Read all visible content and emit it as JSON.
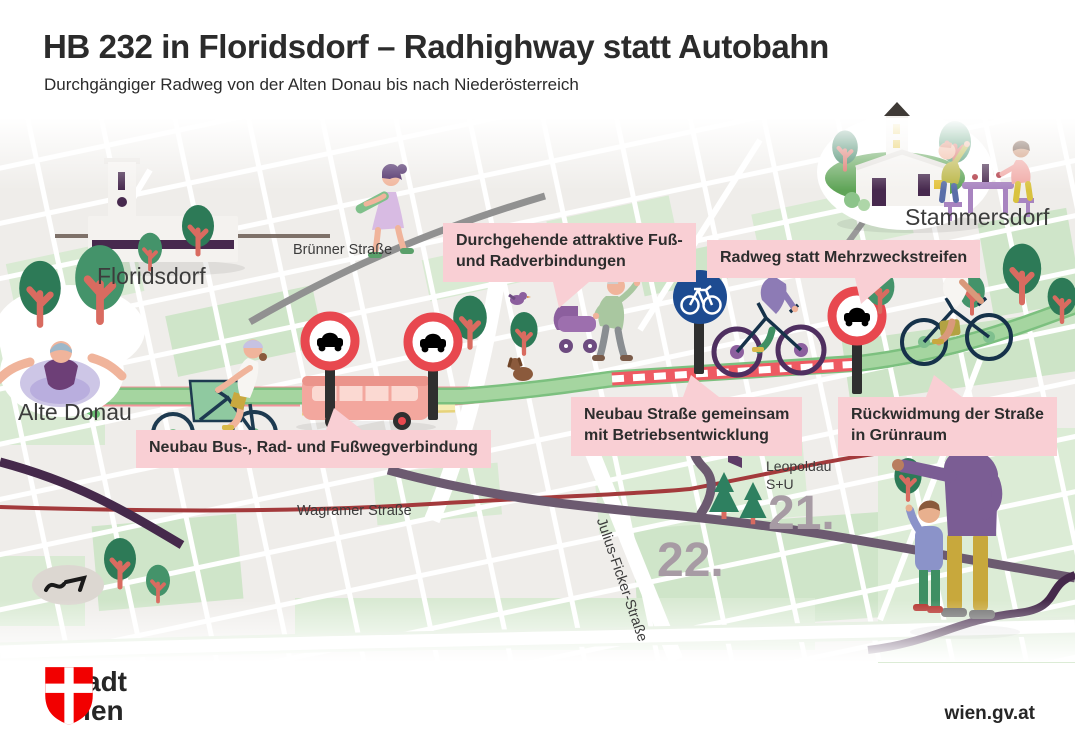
{
  "header": {
    "title": "HB 232 in Floridsdorf – Radhighway statt Autobahn",
    "subtitle": "Durchgängiger Radweg von der Alten Donau bis nach Niederösterreich"
  },
  "map": {
    "labels": {
      "floridsdorf": "Floridsdorf",
      "bruenner_strasse": "Brünner Straße",
      "stammersdorf": "Stammersdorf",
      "alte_donau": "Alte Donau",
      "wagramer_strasse": "Wagramer Straße",
      "julius_ficker_strasse": "Julius-Ficker-Straße",
      "leopoldau": "Leopoldau",
      "leopoldau_station": "S+U",
      "district_21": "21.",
      "district_22": "22."
    },
    "icons": {
      "no_cars_sign": "no-cars-traffic-sign",
      "bike_path_sign": "cycle-path-traffic-sign"
    }
  },
  "callouts": [
    {
      "line1": "Durchgehende attraktive Fuß-",
      "line2": "und Radverbindungen"
    },
    {
      "line1": "Radweg statt Mehrzweckstreifen"
    },
    {
      "line1": "Neubau Bus-, Rad- und Fußwegverbindung"
    },
    {
      "line1": "Neubau Straße gemeinsam",
      "line2": "mit Betriebsentwicklung"
    },
    {
      "line1": "Rückwidmung der Straße",
      "line2": "in Grünraum"
    }
  ],
  "footer": {
    "logo_line1": "Stadt",
    "logo_line2": "Wien",
    "website": "wien.gv.at"
  },
  "colors": {
    "callout_pink": "#f9cfd4",
    "brand_red": "#f20000",
    "route_green": "#9fd29b",
    "construction_red": "#ee5a62",
    "bus_lane_yellow": "#efe3a6",
    "district_number_gray": "#a79ba4",
    "sign_red": "#e8484f",
    "sign_blue": "#1d4b91",
    "text_dark": "#2d2d2d"
  }
}
